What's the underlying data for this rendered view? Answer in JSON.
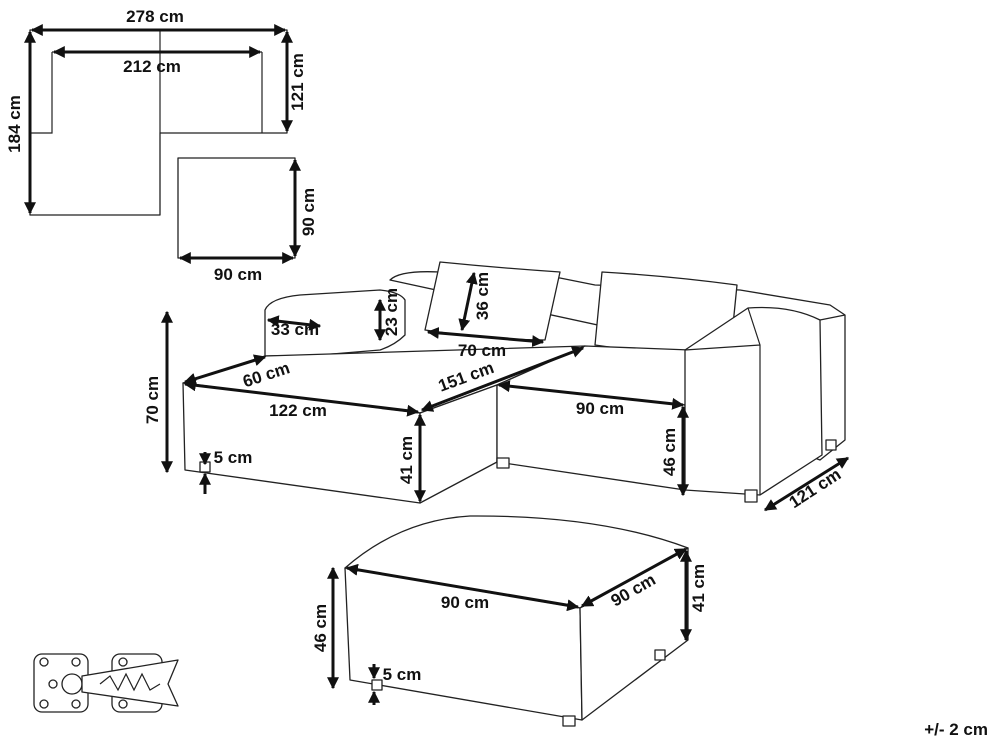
{
  "plan_view": {
    "total_width": "278 cm",
    "inner_width": "212 cm",
    "depth": "121 cm",
    "chaise_length": "184 cm"
  },
  "ottoman_plan": {
    "depth": "90 cm",
    "width": "90 cm"
  },
  "sofa": {
    "armrest_width": "33 cm",
    "armrest_height": "23 cm",
    "cushion_height": "36 cm",
    "cushion_width": "70 cm",
    "total_height": "70 cm",
    "chaise_width": "60 cm",
    "diagonal_length": "151 cm",
    "chaise_length": "122 cm",
    "seat_width": "90 cm",
    "chaise_seat_height": "41 cm",
    "seat_height": "46 cm",
    "leg_height": "5 cm",
    "depth": "121 cm"
  },
  "ottoman": {
    "width": "90 cm",
    "depth": "90 cm",
    "height_top": "41 cm",
    "height_total": "46 cm",
    "leg_height": "5 cm"
  },
  "tolerance": "+/- 2 cm",
  "icons": [
    "connector-clip-icon"
  ]
}
